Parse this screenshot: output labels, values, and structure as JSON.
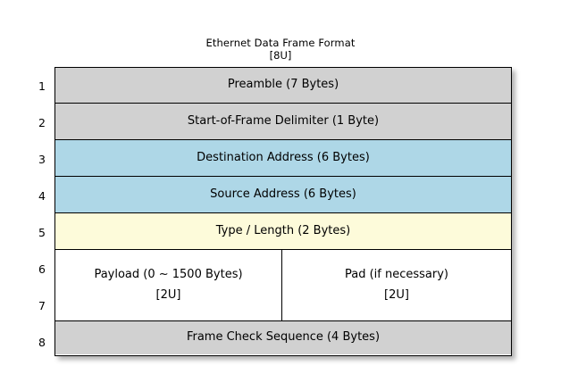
{
  "title": {
    "main": "Ethernet Data Frame Format",
    "sub": "[8U]"
  },
  "colors": {
    "gray": "#d1d1d1",
    "blue": "#aed7e7",
    "yellow": "#fdfbda",
    "white": "#ffffff",
    "border": "#000000",
    "background": "#ffffff"
  },
  "rows": [
    {
      "number": "1",
      "label": "Preamble (7 Bytes)",
      "fill": "#d1d1d1"
    },
    {
      "number": "2",
      "label": "Start-of-Frame Delimiter (1 Byte)",
      "fill": "#d1d1d1"
    },
    {
      "number": "3",
      "label": "Destination Address (6 Bytes)",
      "fill": "#aed7e7"
    },
    {
      "number": "4",
      "label": "Source Address (6 Bytes)",
      "fill": "#aed7e7"
    },
    {
      "number": "5",
      "label": "Type / Length (2 Bytes)",
      "fill": "#fdfbda"
    },
    {
      "number": "6",
      "label": "",
      "fill": "#ffffff"
    },
    {
      "number": "7",
      "label": "",
      "fill": "#ffffff"
    },
    {
      "number": "8",
      "label": "Frame Check Sequence (4 Bytes)",
      "fill": "#d1d1d1"
    }
  ],
  "payload_row": {
    "left": {
      "label": "Payload (0 ~ 1500 Bytes)",
      "sub": "[2U]"
    },
    "right": {
      "label": "Pad (if necessary)",
      "sub": "[2U]"
    }
  }
}
